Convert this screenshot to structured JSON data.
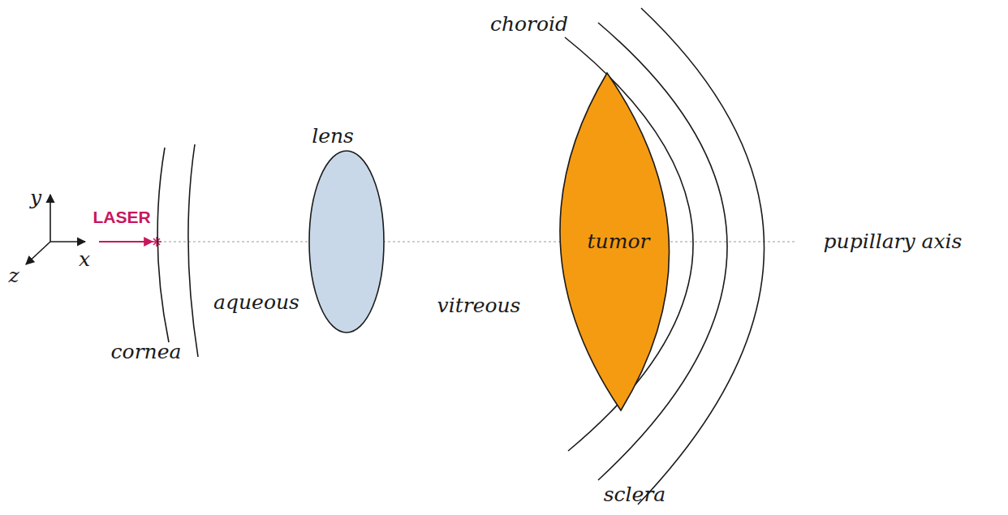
{
  "diagram": {
    "nodes": [
      {
        "text": [
          "lens"
        ]
      },
      {
        "text": [
          "tumor"
        ]
      }
    ],
    "labels": [
      "y",
      "x",
      "z",
      "LASER",
      "cornea",
      "aqueous",
      "vitreous",
      "choroid",
      "sclera",
      "pupillary axis"
    ]
  }
}
